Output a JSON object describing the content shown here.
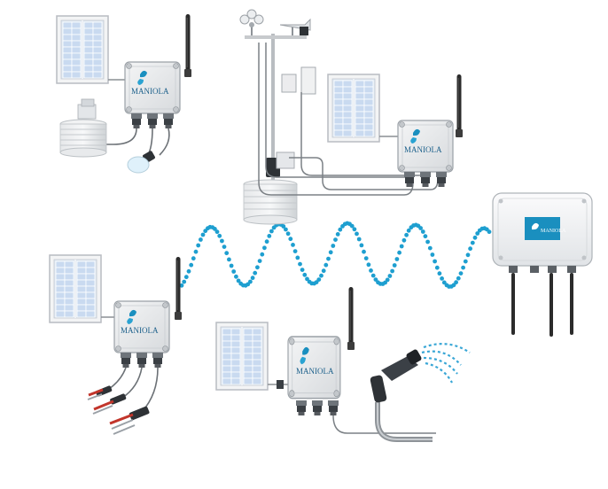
{
  "brand": {
    "name": "MANIOLA",
    "tagline": ""
  },
  "colors": {
    "signal_dots": "#1e9fd0",
    "brand_badge": "#1a8fbf",
    "enclosure": "#e9ebed",
    "enclosure_edge": "#9aa0a6",
    "solar_cell": "#c9daf0",
    "solar_frame": "#b8bcc2",
    "antenna": "#2a2a2a",
    "water": "#3aa7d6"
  },
  "nodes": [
    {
      "id": "node-air-sensor",
      "devices": [
        "solar-panel",
        "antenna",
        "radiation-shield",
        "light-sensor"
      ]
    },
    {
      "id": "node-weather-station",
      "devices": [
        "solar-panel",
        "antenna",
        "anemometer",
        "wind-vane",
        "rain-gauge",
        "radiation-shield"
      ]
    },
    {
      "id": "node-soil-probes",
      "devices": [
        "solar-panel",
        "antenna",
        "soil-probe",
        "soil-probe",
        "soil-probe"
      ]
    },
    {
      "id": "node-irrigation",
      "devices": [
        "solar-panel",
        "antenna",
        "spray-nozzle"
      ]
    }
  ],
  "gateway": {
    "id": "gateway",
    "antennas": 3
  },
  "icons": [
    "solar-panel-icon",
    "antenna-icon",
    "butterfly-logo-icon",
    "radiation-shield-icon",
    "light-sensor-icon",
    "anemometer-icon",
    "soil-probe-icon",
    "spray-nozzle-icon",
    "signal-wave-icon"
  ]
}
